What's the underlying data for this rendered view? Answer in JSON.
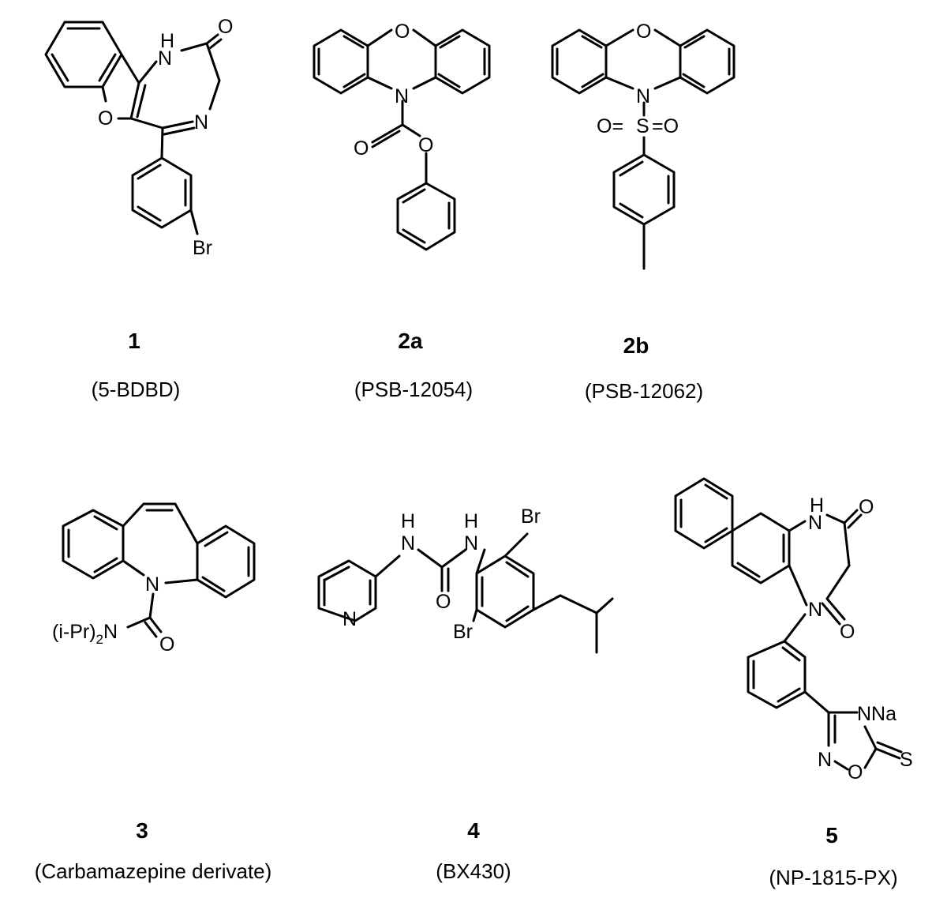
{
  "compounds": [
    {
      "number": "1",
      "name": "(5-BDBD)"
    },
    {
      "number": "2a",
      "name": "(PSB-12054)"
    },
    {
      "number": "2b",
      "name": "(PSB-12062)"
    },
    {
      "number": "3",
      "name": "(Carbamazepine derivate)"
    },
    {
      "number": "4",
      "name": "(BX430)"
    },
    {
      "number": "5",
      "name": "(NP-1815-PX)"
    }
  ],
  "atom_labels": {
    "c1": {
      "NH": "H",
      "N1": "N",
      "O_carbonyl": "O",
      "N_imine": "N",
      "O_furan": "O",
      "Br": "Br"
    },
    "c2a": {
      "O_ring": "O",
      "N": "N",
      "O_carbonyl": "O",
      "O_ester": "O"
    },
    "c2b": {
      "O_ring": "O",
      "N": "N",
      "S": "S",
      "O_left": "O=",
      "O_right": "=O"
    },
    "c3": {
      "N": "N",
      "amine_left": "(i-Pr)",
      "amine_sub": "2",
      "amine_right": "N",
      "O": "O"
    },
    "c4": {
      "H1": "H",
      "N1": "N",
      "H2": "H",
      "N2": "N",
      "O": "O",
      "N_py": "N",
      "Br_top": "Br",
      "Br_bottom": "Br"
    },
    "c5": {
      "H": "H",
      "N1": "N",
      "O1": "O",
      "N2": "N",
      "O2": "O",
      "NNa": "NNa",
      "N_ox": "N",
      "O_ox": "O",
      "S": "S"
    }
  }
}
